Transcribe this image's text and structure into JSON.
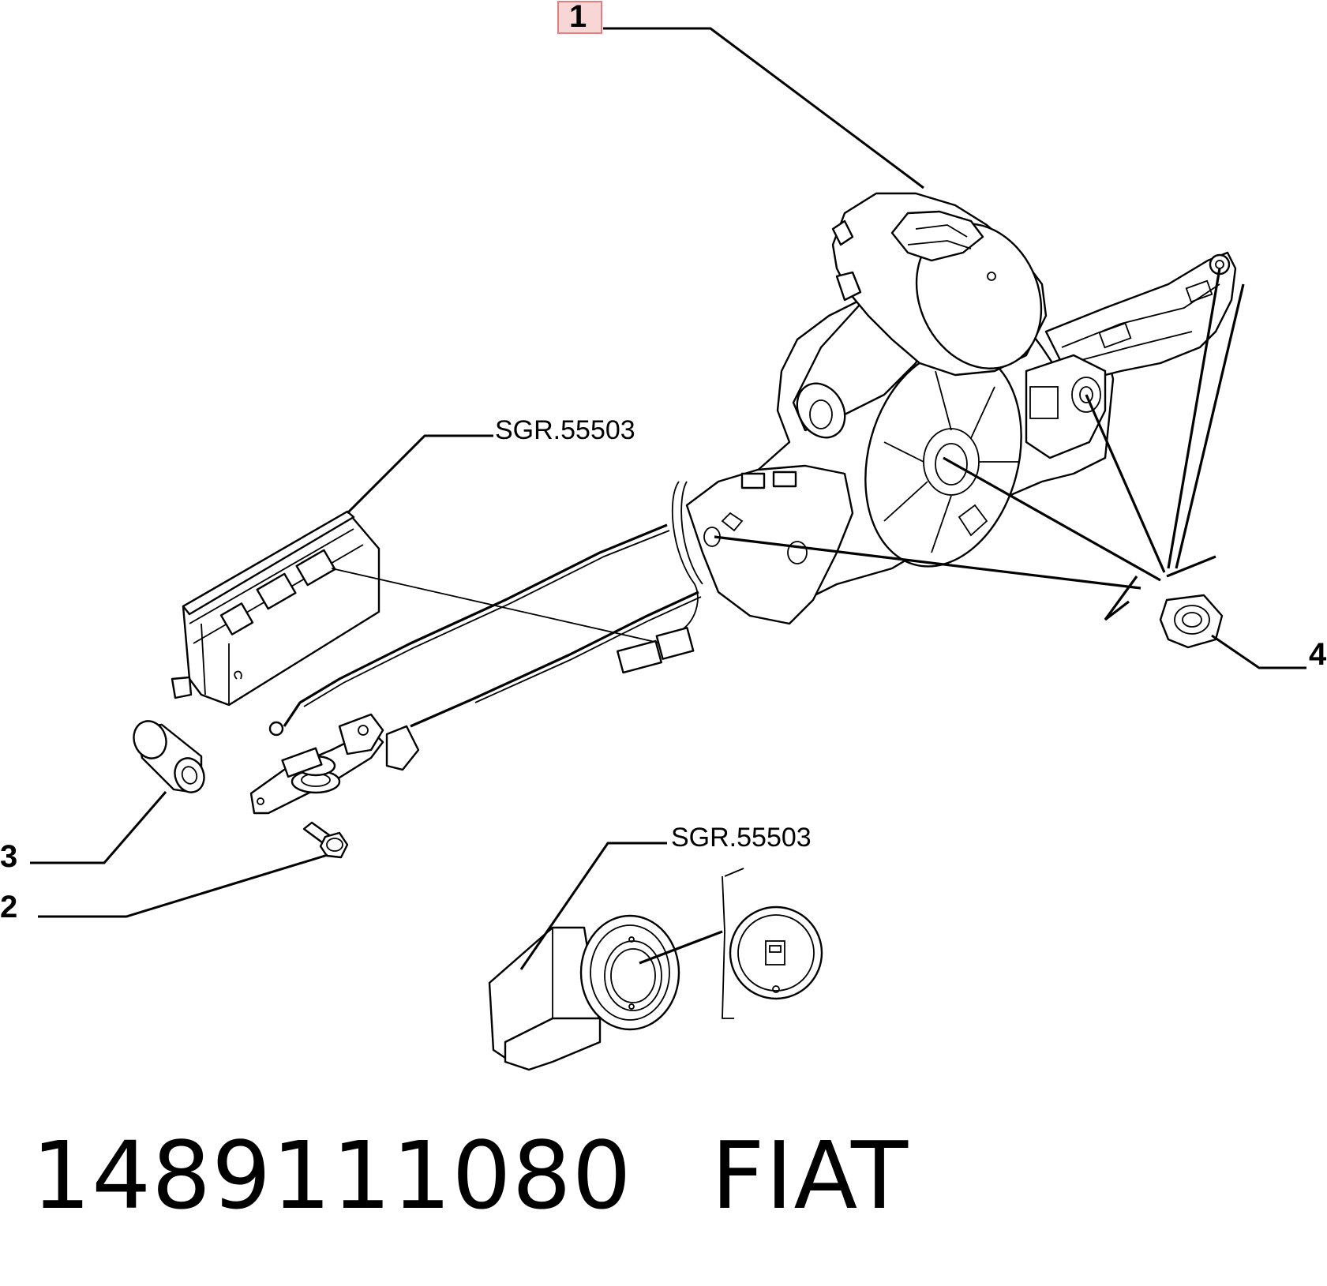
{
  "callouts": {
    "item_1": "1",
    "item_2": "2",
    "item_3": "3",
    "item_4": "4",
    "group_ref_upper": "SGR.55503",
    "group_ref_lower": "SGR.55503"
  },
  "footer": {
    "part_number": "1489111080",
    "brand": "FIAT"
  },
  "colors": {
    "ink": "#000000",
    "highlight_fill": "#f9d6d6",
    "highlight_border": "#e08080"
  }
}
